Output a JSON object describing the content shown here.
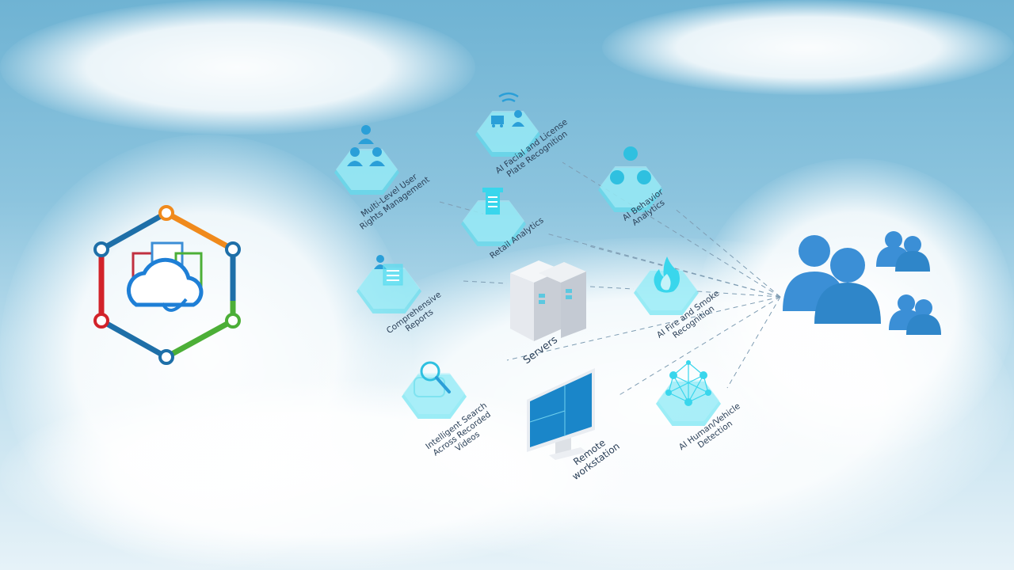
{
  "colors": {
    "accent": "#29c6e0",
    "people": "#2f86c9",
    "text": "#2a3f57"
  },
  "nodes": {
    "user_rights": "Multi-Level User\nRights Management",
    "facial_plate": "AI Facial and License\nPlate Recognition",
    "behavior": "AI Behavior\nAnalytics",
    "retail": "Retail Analytics",
    "reports": "Comprehensive\nReports",
    "servers": "Servers",
    "fire_smoke": "AI Fire and Smoke\nRecognition",
    "search": "Intelligent Search\nAcross Recorded\nVideos",
    "workstation": "Remote\nworkstation",
    "human_vehicle": "AI Human/Vehicle\nDetection"
  }
}
